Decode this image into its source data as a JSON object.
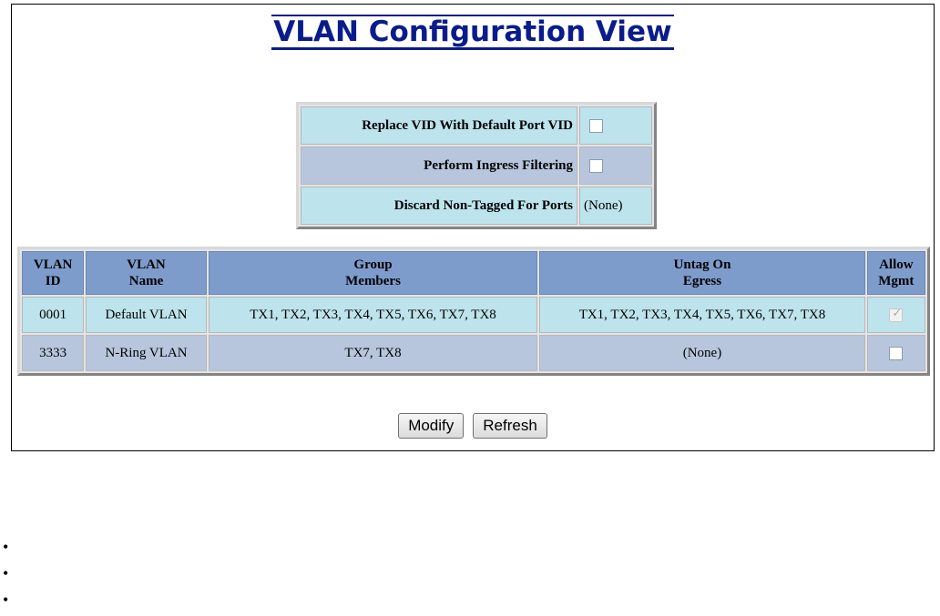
{
  "title": "VLAN Configuration View",
  "options": [
    {
      "label": "Replace VID With Default Port VID",
      "type": "checkbox",
      "checked": false
    },
    {
      "label": "Perform Ingress Filtering",
      "type": "checkbox",
      "checked": false
    },
    {
      "label": "Discard Non-Tagged For Ports",
      "type": "text",
      "value": "(None)"
    }
  ],
  "vlan_table": {
    "headers": [
      {
        "line1": "VLAN",
        "line2": "ID"
      },
      {
        "line1": "VLAN",
        "line2": "Name"
      },
      {
        "line1": "Group",
        "line2": "Members"
      },
      {
        "line1": "Untag On",
        "line2": "Egress"
      },
      {
        "line1": "Allow",
        "line2": "Mgmt"
      }
    ],
    "rows": [
      {
        "id": "0001",
        "name": "Default VLAN",
        "members": "TX1, TX2, TX3, TX4, TX5, TX6, TX7, TX8",
        "untag": "TX1, TX2, TX3, TX4, TX5, TX6, TX7, TX8",
        "allow_mgmt": true,
        "allow_mgmt_disabled": true
      },
      {
        "id": "3333",
        "name": "N-Ring VLAN",
        "members": "TX7, TX8",
        "untag": "(None)",
        "allow_mgmt": false,
        "allow_mgmt_disabled": false
      }
    ]
  },
  "buttons": {
    "modify": "Modify",
    "refresh": "Refresh"
  },
  "bullet_count": 3,
  "colors": {
    "title": "#0a1c8c",
    "header": "#7e9ccb",
    "row_light": "#bde3ec",
    "row_alt": "#b7c6dd"
  }
}
